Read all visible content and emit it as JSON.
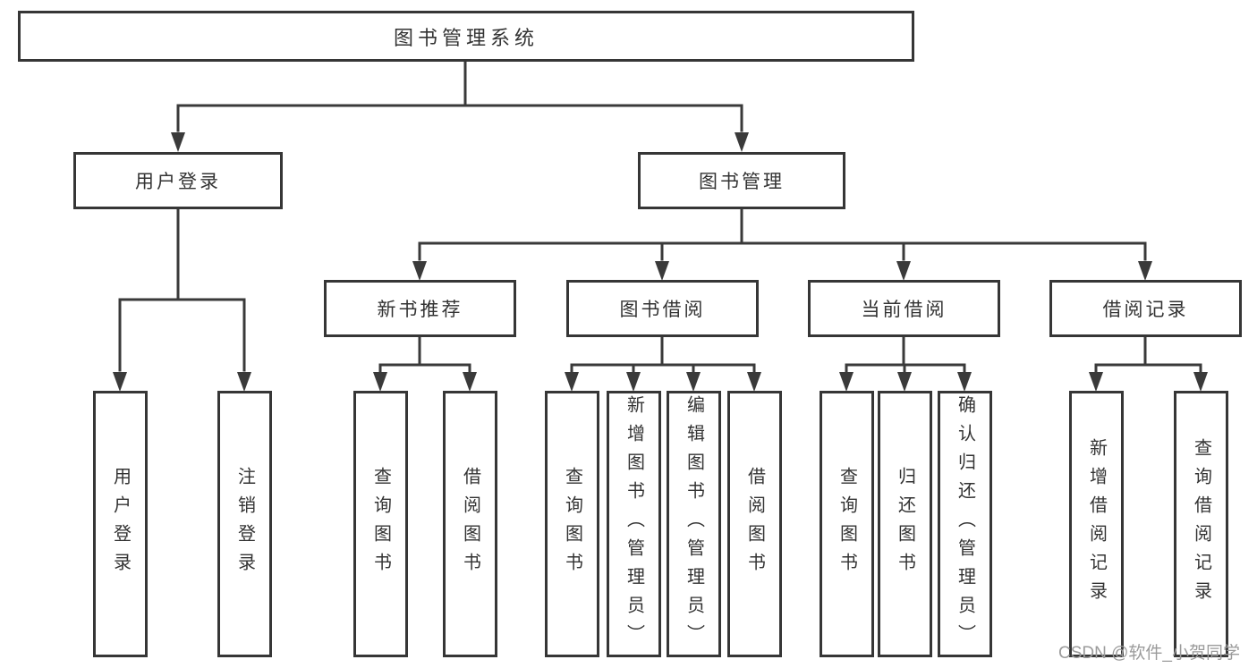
{
  "tree": {
    "root": "图书管理系统",
    "user_login": {
      "label": "用户登录",
      "children": [
        "用户登录",
        "注销登录"
      ]
    },
    "book_management": {
      "label": "图书管理",
      "modules": {
        "new_book": {
          "label": "新书推荐",
          "children": [
            "查询图书",
            "借阅图书"
          ]
        },
        "borrow": {
          "label": "图书借阅",
          "children": [
            "查询图书",
            "新增图书（管理员）",
            "编辑图书（管理员）",
            "借阅图书"
          ]
        },
        "current": {
          "label": "当前借阅",
          "children": [
            "查询图书",
            "归还图书",
            "确认归还（管理员）"
          ]
        },
        "records": {
          "label": "借阅记录",
          "children": [
            "新增借阅记录",
            "查询借阅记录"
          ]
        }
      }
    }
  },
  "watermark": "CSDN @软件_小贺同学",
  "colors": {
    "background": "#ffffff",
    "line": "#3a3a3a",
    "box_border": "#363636",
    "text": "#333333",
    "watermark": "#9b9b9b"
  }
}
